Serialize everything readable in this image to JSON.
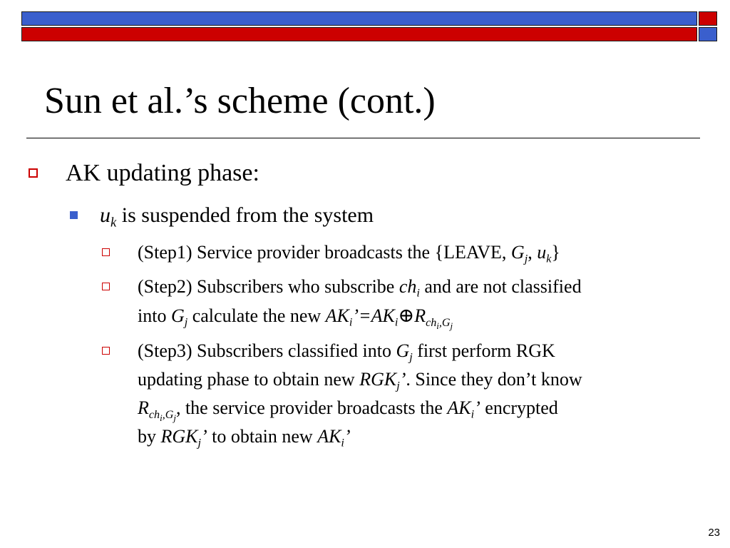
{
  "slide": {
    "title": "Sun et al.’s scheme (cont.)",
    "page_number": "23",
    "bullet1": "AK updating phase:",
    "bullet2": {
      "var": "u",
      "sub": "k",
      "text": " is suspended from the system"
    },
    "step1": {
      "prefix": "(Step1) Service provider broadcasts the {LEAVE, ",
      "g": "G",
      "g_sub": "j",
      "sep": ", ",
      "u": "u",
      "u_sub": "k",
      "suffix": "}"
    },
    "step2": {
      "line1_prefix": "(Step2) Subscribers who subscribe ",
      "ch": "ch",
      "ch_sub": "i",
      "line1_suffix": " and are not classified",
      "line2_prefix": "into ",
      "g": "G",
      "g_sub": "j",
      "line2_mid": " calculate the new ",
      "ak": "AK",
      "ak_sub": "i",
      "prime_eq": "’=",
      "ak2": "AK",
      "ak2_sub": "i",
      "oplus": "⊕",
      "r": "R",
      "r_sub1": "ch",
      "r_sub1_i": "i",
      "r_sub2": ",G",
      "r_sub2_j": "j"
    },
    "step3": {
      "l1_prefix": "(Step3) Subscribers classified into ",
      "g": "G",
      "g_sub": "j",
      "l1_suffix": " first perform RGK",
      "l2_prefix": "updating phase to obtain new ",
      "rgk": "RGK",
      "rgk_sub": "j",
      "rgk_prime": "’",
      "l2_suffix": ". Since they don’t know",
      "r": "R",
      "r_sub1": "ch",
      "r_sub1_i": "i",
      "r_sub2": ",G",
      "r_sub2_j": "j",
      "l3_mid": ", the service provider broadcasts the ",
      "ak": "AK",
      "ak_sub": "i",
      "ak_prime": "’",
      "l3_suffix": " encrypted",
      "l4_prefix": "by ",
      "rgk2": "RGK",
      "rgk2_sub": "j",
      "rgk2_prime": "’",
      "l4_mid": " to obtain new ",
      "ak2": "AK",
      "ak2_sub": "i",
      "ak2_prime": "’"
    }
  },
  "colors": {
    "blue_band": "#3a5fcd",
    "red_band": "#cc0000",
    "bullet_red": "#cc0000",
    "bullet_blue": "#3a5fcd"
  }
}
